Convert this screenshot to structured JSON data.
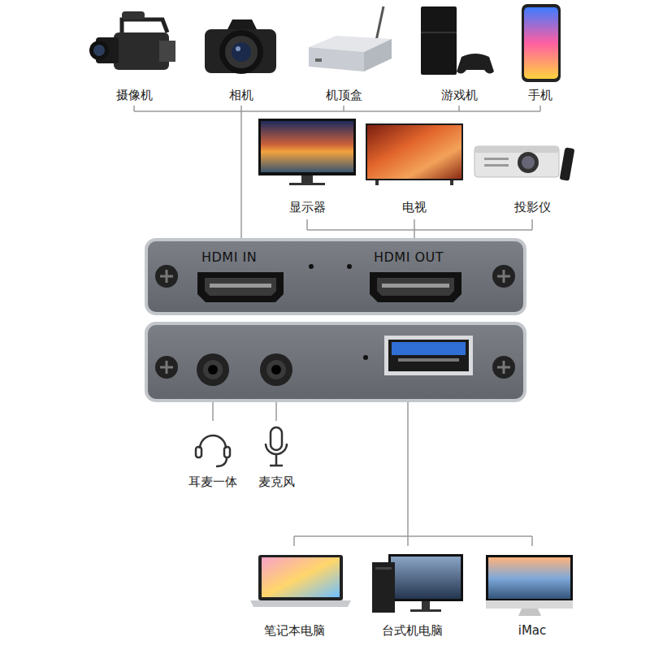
{
  "diagram": {
    "nodes": [
      {
        "text": [
          "HDMI IN",
          "HDMI OUT"
        ]
      }
    ],
    "labels": [
      "摄像机",
      "相机",
      "机顶盒",
      "游戏机",
      "手机",
      "显示器",
      "电视",
      "投影仪",
      "耳麦一体",
      "麦克风",
      "笔记本电脑",
      "台式机电脑",
      "iMac"
    ]
  }
}
